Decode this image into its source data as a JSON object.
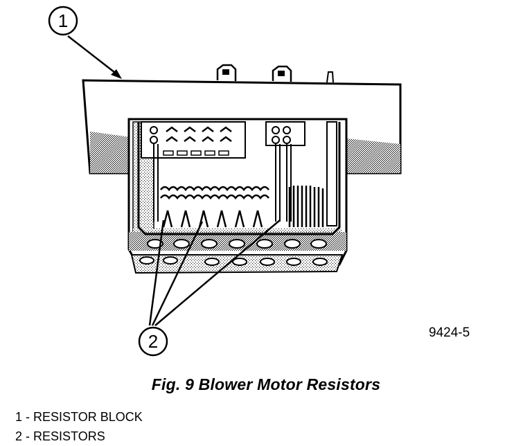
{
  "figure": {
    "id": "9424-5",
    "caption": "Fig. 9 Blower Motor Resistors"
  },
  "callouts": [
    {
      "number": "1",
      "target": "resistor-block"
    },
    {
      "number": "2",
      "target": "resistors"
    }
  ],
  "legend": [
    {
      "text": "1 - RESISTOR BLOCK"
    },
    {
      "text": "2 - RESISTORS"
    }
  ]
}
